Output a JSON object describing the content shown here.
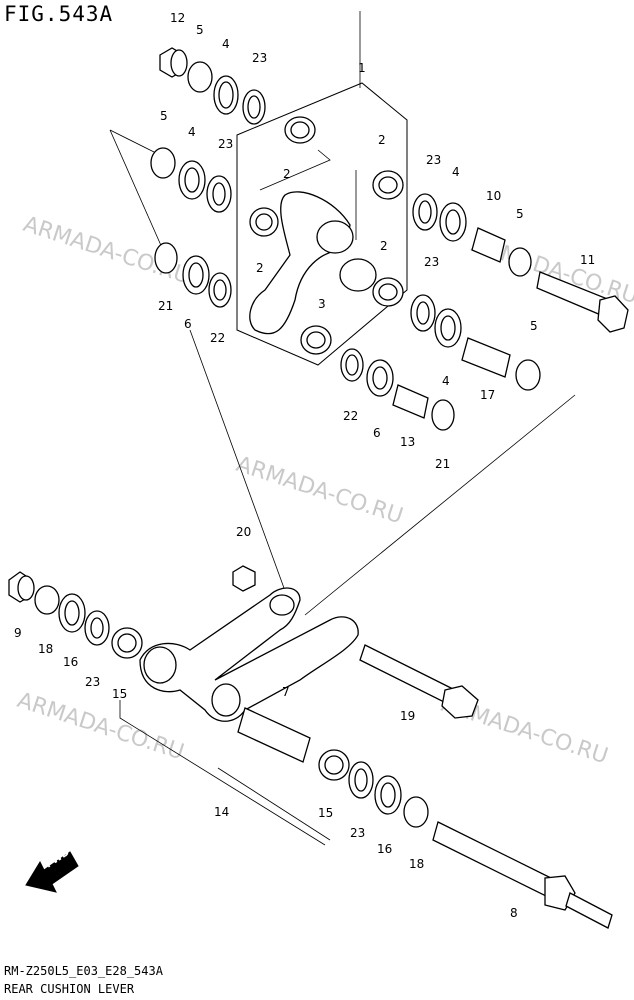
{
  "figure": {
    "title": "FIG.543A",
    "code": "RM-Z250L5_E03_E28_543A",
    "name": "REAR CUSHION LEVER"
  },
  "watermark": "ARMADA-CO.RU",
  "fwd_label": "FWD",
  "callouts": [
    "12",
    "5",
    "4",
    "23",
    "1",
    "5",
    "4",
    "23",
    "2",
    "2",
    "23",
    "4",
    "10",
    "5",
    "2",
    "2",
    "21",
    "6",
    "22",
    "11",
    "23",
    "3",
    "5",
    "22",
    "6",
    "13",
    "4",
    "17",
    "21",
    "20",
    "9",
    "18",
    "16",
    "23",
    "15",
    "7",
    "19",
    "14",
    "15",
    "23",
    "16",
    "18",
    "8"
  ]
}
